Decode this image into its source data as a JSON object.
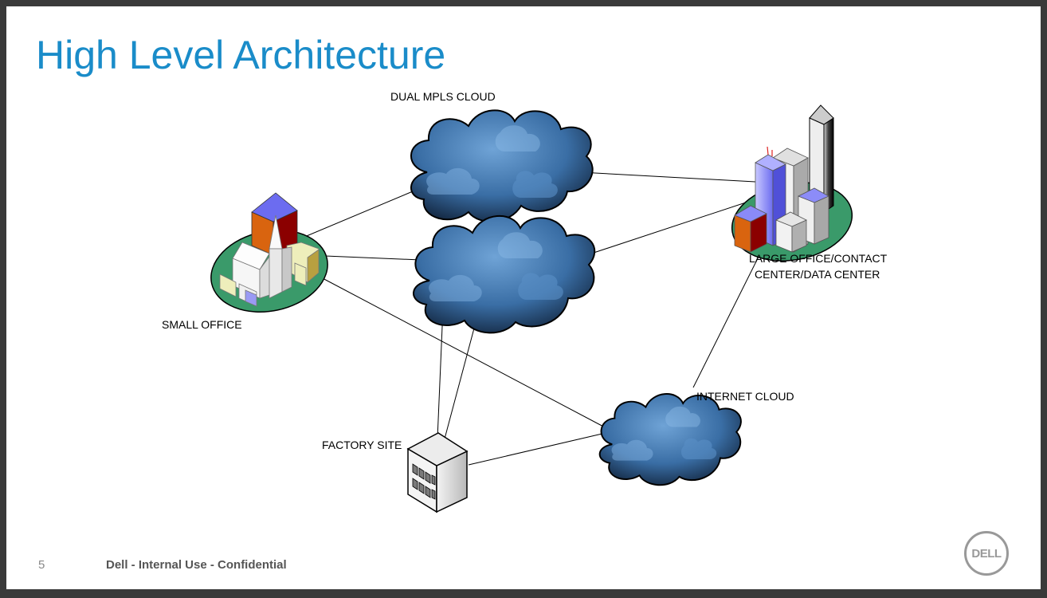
{
  "slide": {
    "title": "High Level Architecture",
    "page_number": "5",
    "footer": "Dell - Internal Use - Confidential",
    "logo_text": "DELL",
    "accent_color": "#1a8cc9"
  },
  "diagram": {
    "labels": {
      "mpls": "DUAL MPLS CLOUD",
      "small_office": "SMALL OFFICE",
      "large_office_line1": "LARGE OFFICE/CONTACT",
      "large_office_line2": "CENTER/DATA CENTER",
      "internet": "INTERNET CLOUD",
      "factory": "FACTORY SITE"
    },
    "icons": [
      "cloud-icon",
      "small-office-building-icon",
      "large-office-buildings-icon",
      "factory-building-icon"
    ],
    "cloud_color": "#3a6ea5",
    "ground_color": "#3a9a6a"
  }
}
